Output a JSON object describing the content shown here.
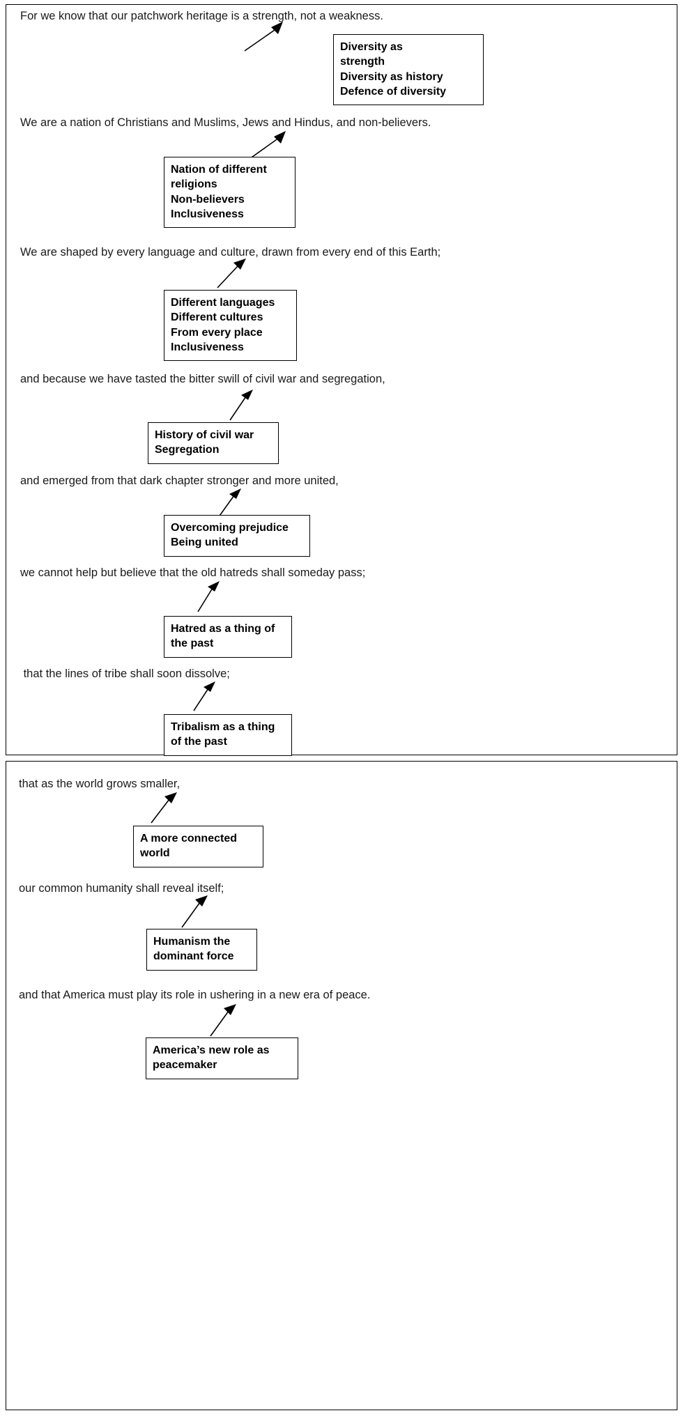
{
  "document": {
    "title": "Speech annotation diagram",
    "panel_count": 2,
    "border_color": "#000000",
    "background_color": "#ffffff",
    "text_color": "#1a1a1a"
  },
  "panels": [
    {
      "id": "panel-1",
      "rows": [
        {
          "quote": "For we know that our patchwork heritage is a strength, not a weakness.",
          "box": {
            "lines": [
              "Diversity as",
              "strength",
              "Diversity as history",
              "Defence of diversity"
            ]
          },
          "arrow": {
            "label": "arrow-to-quote"
          }
        },
        {
          "quote": "We are a nation of Christians and Muslims, Jews and Hindus, and non-believers.",
          "box": {
            "lines": [
              "Nation of different",
              "religions",
              "Non-believers",
              "Inclusiveness"
            ]
          },
          "arrow": {
            "label": "arrow-to-quote"
          }
        },
        {
          "quote": "We are shaped by every language and culture, drawn from every end of this Earth;",
          "box": {
            "lines": [
              "Different languages",
              "Different cultures",
              "From every place",
              "Inclusiveness"
            ]
          },
          "arrow": {
            "label": "arrow-to-quote"
          }
        },
        {
          "quote": "and because we have tasted the bitter swill of civil war and segregation,",
          "box": {
            "lines": [
              "History of civil war",
              "Segregation"
            ]
          },
          "arrow": {
            "label": "arrow-to-quote"
          }
        },
        {
          "quote": "and emerged from that dark chapter stronger and more united,",
          "box": {
            "lines": [
              "Overcoming prejudice",
              "Being united"
            ]
          },
          "arrow": {
            "label": "arrow-to-quote"
          }
        },
        {
          "quote": "we cannot help but believe that the old hatreds shall someday pass;",
          "box": {
            "lines": [
              "Hatred as a thing of",
              "the past"
            ]
          },
          "arrow": {
            "label": "arrow-to-quote"
          }
        },
        {
          "quote": " that the lines of tribe shall soon dissolve;",
          "box": {
            "lines": [
              "Tribalism as a thing",
              "of the past"
            ]
          },
          "arrow": {
            "label": "arrow-to-quote"
          }
        }
      ]
    },
    {
      "id": "panel-2",
      "rows": [
        {
          "quote": "that as the world grows smaller,",
          "box": {
            "lines": [
              "A more connected",
              "world"
            ]
          },
          "arrow": {
            "label": "arrow-to-quote"
          }
        },
        {
          "quote": "our common humanity shall reveal itself;",
          "box": {
            "lines": [
              "Humanism the",
              "dominant force"
            ]
          },
          "arrow": {
            "label": "arrow-to-quote"
          }
        },
        {
          "quote": "and that America must play its role in ushering in a new era of peace.",
          "box": {
            "lines": [
              "America’s new role as",
              "peacemaker"
            ]
          },
          "arrow": {
            "label": "arrow-to-quote"
          }
        }
      ]
    }
  ]
}
